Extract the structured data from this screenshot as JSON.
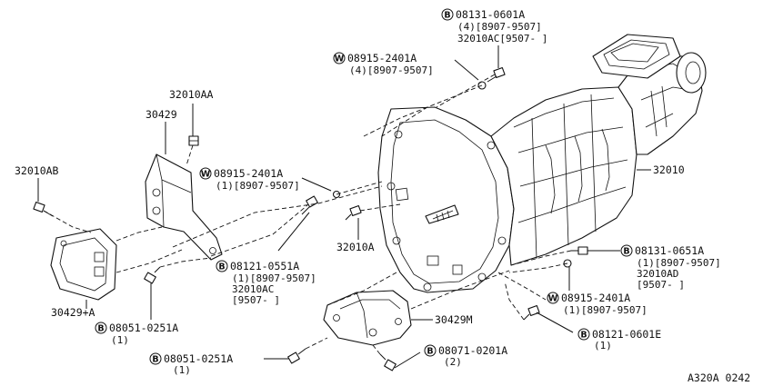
{
  "figure_code": "A320A 0242",
  "parts": {
    "transmission": {
      "number": "32010"
    },
    "bracket_upper": {
      "number": "30429"
    },
    "bracket_left": {
      "number": "30429+A"
    },
    "bracket_lower": {
      "number": "30429M"
    },
    "nut_upper": {
      "number": "32010AA"
    },
    "bolt_left": {
      "number": "32010AB"
    },
    "stud_center": {
      "number": "32010A"
    }
  },
  "callouts": {
    "top_bolt": {
      "prefix": "B",
      "number": "08131-0601A",
      "lines": [
        "(4)[8907-9507]",
        "32010AC[9507-    ]"
      ]
    },
    "top_washer": {
      "prefix": "W",
      "number": "08915-2401A",
      "lines": [
        "(4)[8907-9507]"
      ]
    },
    "mid_washer": {
      "prefix": "W",
      "number": "08915-2401A",
      "lines": [
        "(1)[8907-9507]"
      ]
    },
    "mid_bolt": {
      "prefix": "B",
      "number": "08121-0551A",
      "lines": [
        "(1)[8907-9507]",
        "32010AC",
        "[9507-    ]"
      ]
    },
    "right_bolt": {
      "prefix": "B",
      "number": "08131-0651A",
      "lines": [
        "(1)[8907-9507]",
        "32010AD",
        "[9507-    ]"
      ]
    },
    "right_washer": {
      "prefix": "W",
      "number": "08915-2401A",
      "lines": [
        "(1)[8907-9507]"
      ]
    },
    "right_low_bolt": {
      "prefix": "B",
      "number": "08121-0601E",
      "lines": [
        "(1)"
      ]
    },
    "left_bolt": {
      "prefix": "B",
      "number": "08051-0251A",
      "lines": [
        "(1)"
      ]
    },
    "bottom_bolt": {
      "prefix": "B",
      "number": "08051-0251A",
      "lines": [
        "(1)"
      ]
    },
    "bottom_nut": {
      "prefix": "B",
      "number": "08071-0201A",
      "lines": [
        "(2)"
      ]
    }
  }
}
